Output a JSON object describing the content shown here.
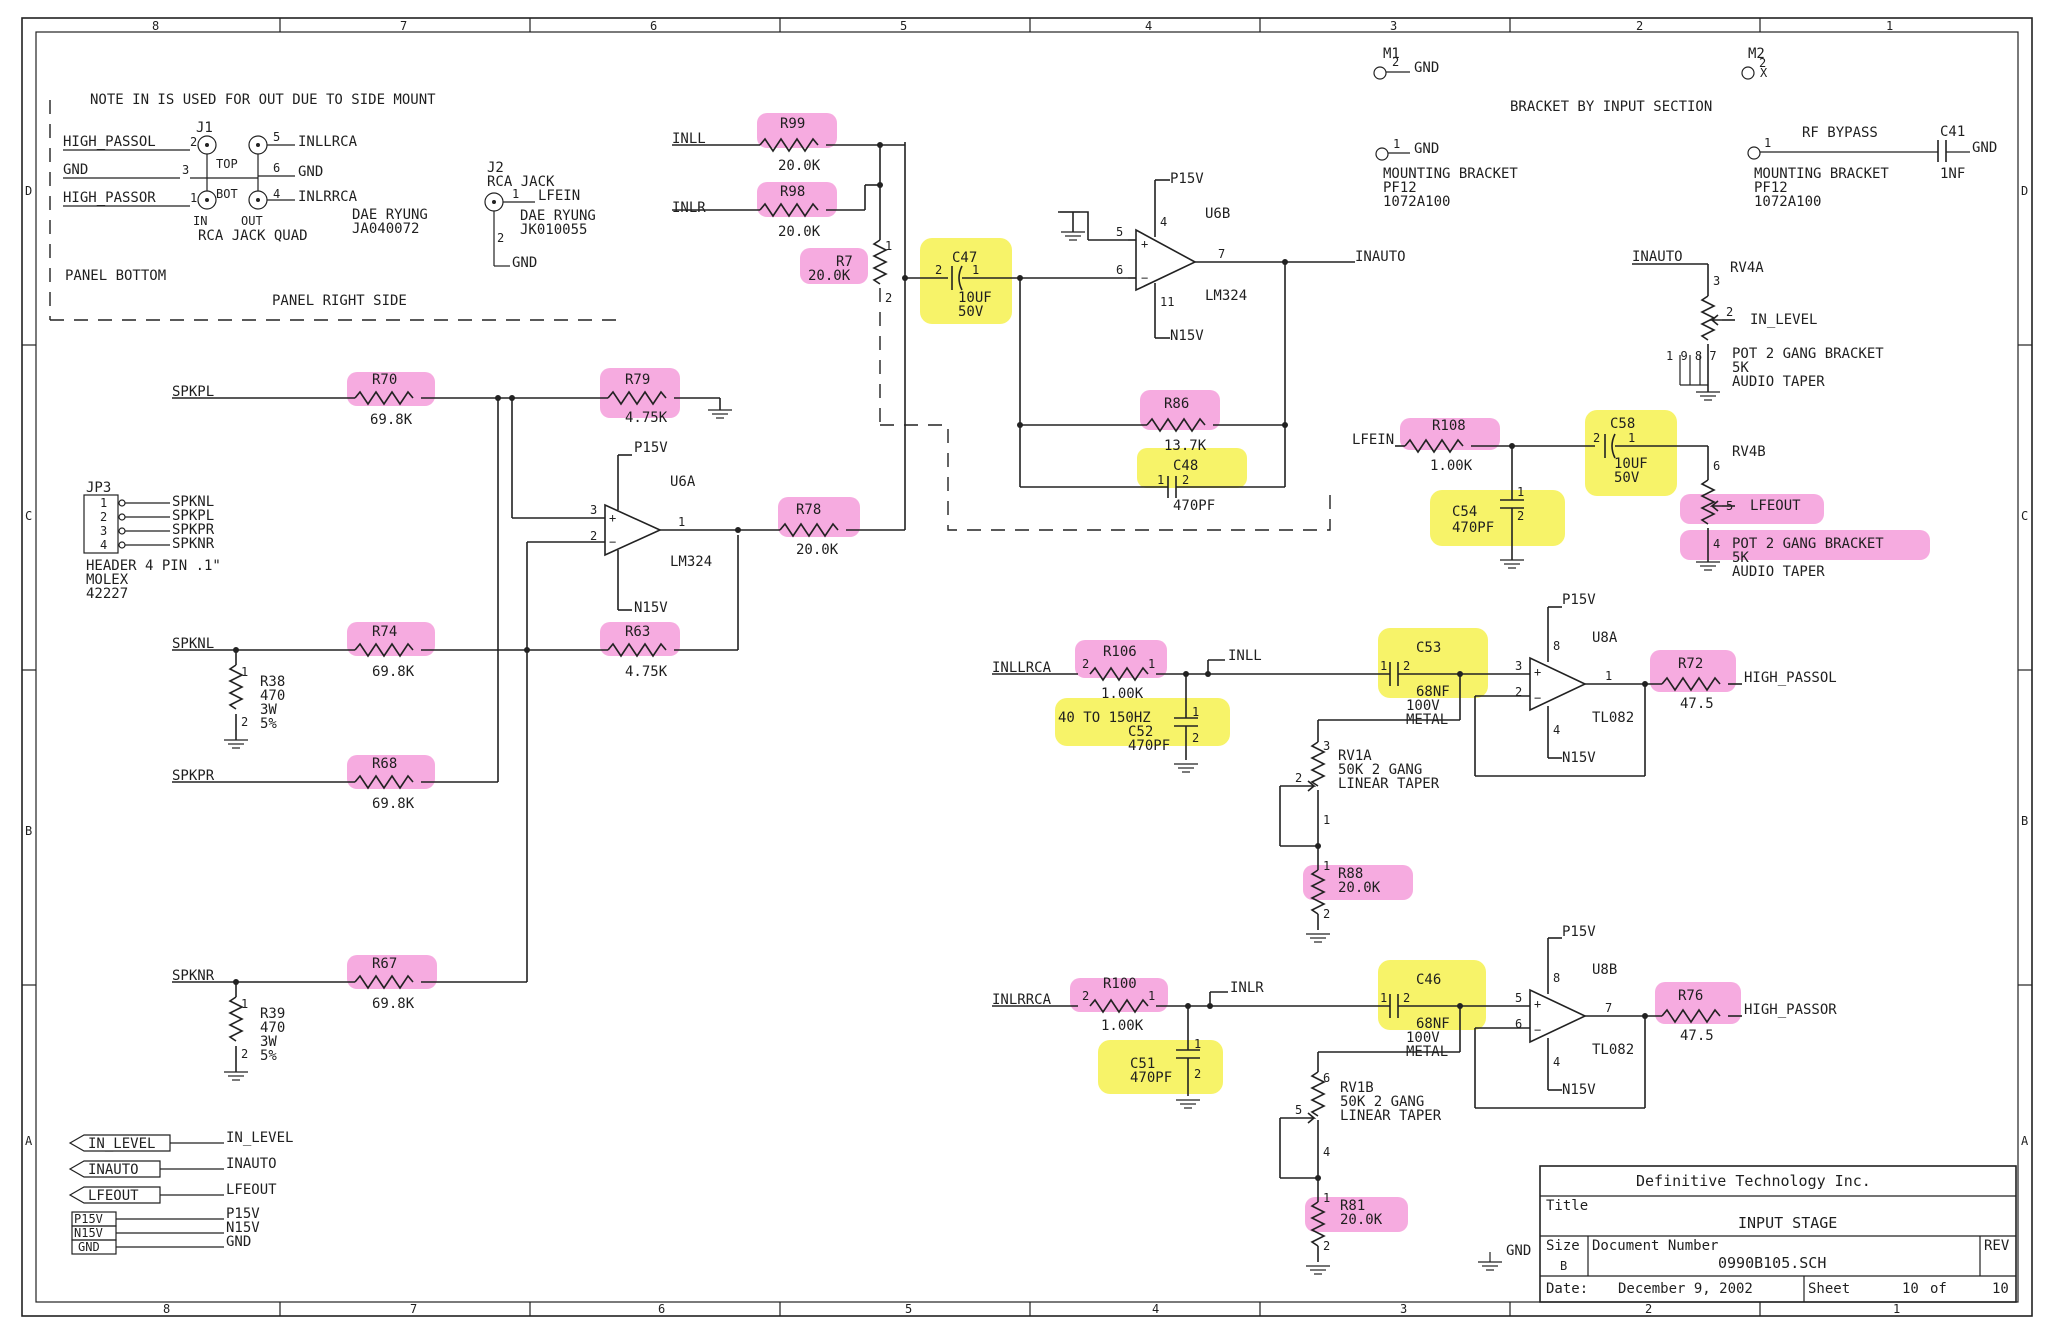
{
  "border": {
    "zones_top": [
      "8",
      "7",
      "6",
      "5",
      "4",
      "3",
      "2",
      "1"
    ],
    "zones_bottom": [
      "8",
      "7",
      "6",
      "5",
      "4",
      "3",
      "2",
      "1"
    ],
    "zones_left": [
      "D",
      "C",
      "B",
      "A"
    ],
    "zones_right": [
      "D",
      "C",
      "B",
      "A"
    ]
  },
  "notes": {
    "side_mount": "NOTE IN IS USED FOR OUT DUE TO SIDE MOUNT",
    "panel_bottom": "PANEL BOTTOM",
    "panel_right_side": "PANEL RIGHT SIDE",
    "bracket_by_input": "BRACKET BY INPUT SECTION",
    "rf_bypass": "RF BYPASS"
  },
  "j1": {
    "ref": "J1",
    "top": "TOP",
    "bot": "BOT",
    "in": "IN",
    "out": "OUT",
    "desc": "RCA JACK QUAD",
    "mfr": "DAE RYUNG",
    "part": "JA040072",
    "net_high_passol": "HIGH_PASSOL",
    "net_gnd": "GND",
    "net_high_passor": "HIGH_PASSOR",
    "net_inllrca": "INLLRCA",
    "net_gnd2": "GND",
    "net_inlrrca": "INLRRCA",
    "p2": "2",
    "p3": "3",
    "p1": "1",
    "p5": "5",
    "p6": "6",
    "p4": "4"
  },
  "j2": {
    "ref": "J2",
    "desc": "RCA JACK",
    "mfr": "DAE RYUNG",
    "part": "JK010055",
    "net_lfein": "LFEIN",
    "net_gnd": "GND",
    "p1": "1",
    "p2": "2"
  },
  "mounts": {
    "m1": "M1",
    "m2": "M2",
    "gnd": "GND",
    "x": "X",
    "p2": "2",
    "p1": "1",
    "mb_label": "MOUNTING BRACKET",
    "mb_part1": "PF12",
    "mb_part2": "1072A100",
    "mb2_label": "MOUNTING BRACKET",
    "mb2_part1": "PF12",
    "mb2_part2": "1072A100",
    "c41": "C41",
    "c41_val": "1NF",
    "c41_gnd": "GND"
  },
  "jp3": {
    "ref": "JP3",
    "pins": [
      "1",
      "2",
      "3",
      "4"
    ],
    "nets": [
      "SPKNL",
      "SPKPL",
      "SPKPR",
      "SPKNR"
    ],
    "desc": "HEADER 4 PIN .1\"",
    "mfr": "MOLEX",
    "part": "42227"
  },
  "nets": {
    "inll": "INLL",
    "inlr": "INLR",
    "inauto": "INAUTO",
    "lfein": "LFEIN",
    "spkpl": "SPKPL",
    "spknl": "SPKNL",
    "spkpr": "SPKPR",
    "spknr": "SPKNR",
    "inllrca": "INLLRCA",
    "inlrrca": "INLRRCA",
    "high_passol": "HIGH_PASSOL",
    "high_passor": "HIGH_PASSOR",
    "in_level": "IN_LEVEL",
    "lfeout": "LFEOUT",
    "p15v": "P15V",
    "n15v": "N15V",
    "gnd": "GND"
  },
  "resistors": {
    "r99": {
      "ref": "R99",
      "val": "20.0K"
    },
    "r98": {
      "ref": "R98",
      "val": "20.0K"
    },
    "r7": {
      "ref": "R7",
      "val": "20.0K"
    },
    "r70": {
      "ref": "R70",
      "val": "69.8K"
    },
    "r79": {
      "ref": "R79",
      "val": "4.75K"
    },
    "r78": {
      "ref": "R78",
      "val": "20.0K"
    },
    "r74": {
      "ref": "R74",
      "val": "69.8K"
    },
    "r63": {
      "ref": "R63",
      "val": "4.75K"
    },
    "r68": {
      "ref": "R68",
      "val": "69.8K"
    },
    "r67": {
      "ref": "R67",
      "val": "69.8K"
    },
    "r38": {
      "ref": "R38",
      "val": "470",
      "pw": "3W",
      "tol": "5%"
    },
    "r39": {
      "ref": "R39",
      "val": "470",
      "pw": "3W",
      "tol": "5%"
    },
    "r86": {
      "ref": "R86",
      "val": "13.7K"
    },
    "r108": {
      "ref": "R108",
      "val": "1.00K"
    },
    "r106": {
      "ref": "R106",
      "val": "1.00K"
    },
    "r72": {
      "ref": "R72",
      "val": "47.5"
    },
    "r88": {
      "ref": "R88",
      "val": "20.0K"
    },
    "r100": {
      "ref": "R100",
      "val": "1.00K"
    },
    "r76": {
      "ref": "R76",
      "val": "47.5"
    },
    "r81": {
      "ref": "R81",
      "val": "20.0K"
    }
  },
  "capacitors": {
    "c47": {
      "ref": "C47",
      "val": "10UF",
      "v": "50V"
    },
    "c48": {
      "ref": "C48",
      "val": "470PF"
    },
    "c58": {
      "ref": "C58",
      "val": "10UF",
      "v": "50V"
    },
    "c54": {
      "ref": "C54",
      "val": "470PF"
    },
    "c53": {
      "ref": "C53",
      "val": "68NF",
      "v": "100V",
      "t": "METAL"
    },
    "c52": {
      "ref": "C52",
      "val": "470PF",
      "note": "40 TO 150HZ"
    },
    "c46": {
      "ref": "C46",
      "val": "68NF",
      "v": "100V",
      "t": "METAL"
    },
    "c51": {
      "ref": "C51",
      "val": "470PF"
    }
  },
  "opamps": {
    "u6a": {
      "ref": "U6A",
      "part": "LM324"
    },
    "u6b": {
      "ref": "U6B",
      "part": "LM324"
    },
    "u8a": {
      "ref": "U8A",
      "part": "TL082"
    },
    "u8b": {
      "ref": "U8B",
      "part": "TL082"
    }
  },
  "pots": {
    "rv4a": {
      "ref": "RV4A",
      "l1": "POT 2 GANG BRACKET",
      "l2": "5K",
      "l3": "AUDIO TAPER"
    },
    "rv4b": {
      "ref": "RV4B",
      "l1": "POT 2 GANG BRACKET",
      "l2": "5K",
      "l3": "AUDIO TAPER"
    },
    "rv1a": {
      "ref": "RV1A",
      "l1": "50K 2 GANG",
      "l2": "LINEAR TAPER"
    },
    "rv1b": {
      "ref": "RV1B",
      "l1": "50K 2 GANG",
      "l2": "LINEAR TAPER"
    },
    "rv4a_pins": "1 9 8 7"
  },
  "ports": {
    "in_level": "IN_LEVEL",
    "inauto": "INAUTO",
    "lfeout": "LFEOUT",
    "p15v": "P15V",
    "n15v": "N15V",
    "gnd": "GND"
  },
  "title_block": {
    "company": "Definitive Technology Inc.",
    "title_label": "Title",
    "title": "INPUT STAGE",
    "size_label": "Size",
    "size": "B",
    "docnum_label": "Document Number",
    "docnum": "0990B105.SCH",
    "rev_label": "REV",
    "date_label": "Date:",
    "date": "December  9, 2002",
    "sheet_label": "Sheet",
    "sheet": "10",
    "of_label": "of",
    "of": "10"
  },
  "colors": {
    "resistor_highlight": "#ee66c6",
    "capacitor_highlight": "#f4ee2a",
    "ink": "#222222"
  }
}
